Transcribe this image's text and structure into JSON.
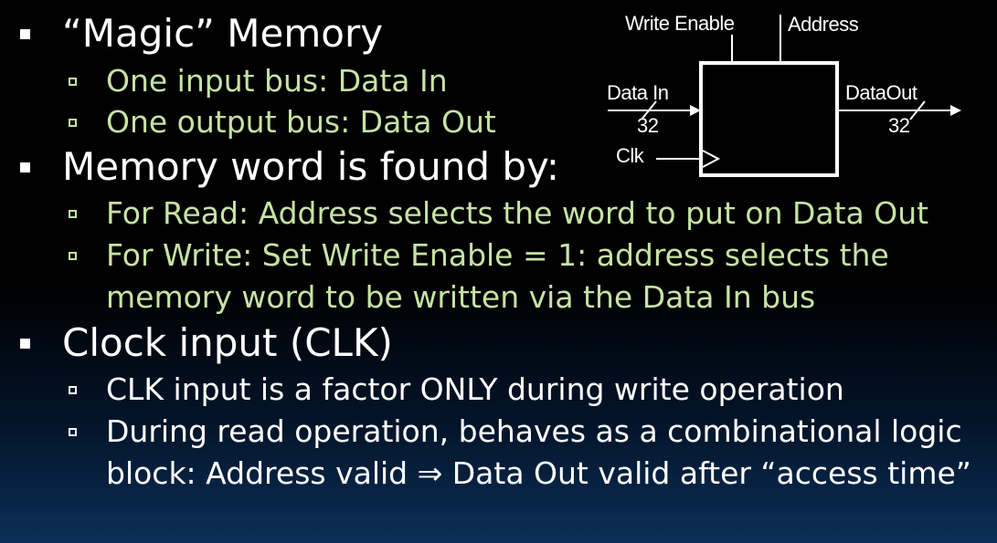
{
  "slide": {
    "bullets": [
      {
        "text": "“Magic” Memory"
      },
      {
        "text": "One input bus: Data In"
      },
      {
        "text": "One output bus: Data Out"
      },
      {
        "text": "Memory word is found by:"
      },
      {
        "text": "For Read: Address selects the word to put on Data Out"
      },
      {
        "text": "For Write: Set Write Enable = 1: address selects the memory word to be written via the Data In bus"
      },
      {
        "text": "Clock input (CLK)"
      },
      {
        "text": "CLK input is a factor ONLY during write operation"
      },
      {
        "text": "During read operation, behaves as a combinational logic block: Address valid ⇒ Data Out valid after “access time”"
      }
    ]
  },
  "diagram": {
    "write_enable_label": "Write Enable",
    "address_label": "Address",
    "data_in_label": "Data In",
    "data_in_width": "32",
    "clk_label": "Clk",
    "data_out_label": "DataOut",
    "data_out_width": "32"
  },
  "colors": {
    "primary_text": "#ffffff",
    "secondary_text": "#c6e3a3"
  }
}
